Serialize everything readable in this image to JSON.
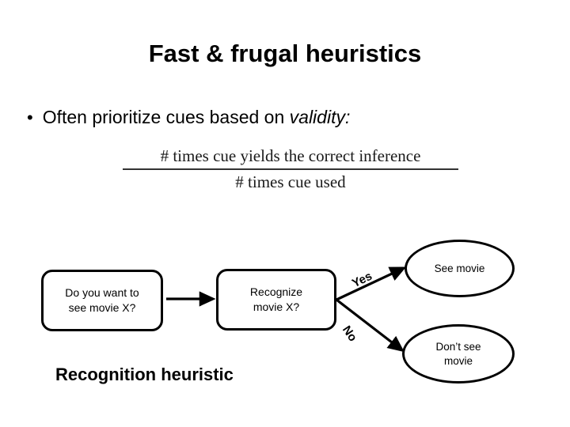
{
  "slide": {
    "title": "Fast & frugal heuristics",
    "background_color": "#ffffff",
    "text_color": "#000000"
  },
  "bullet": {
    "marker": "•",
    "text_lead": "Often prioritize cues based on ",
    "text_emphasis": "validity:"
  },
  "formula": {
    "numerator": "# times cue yields the correct inference",
    "denominator": "# times cue used"
  },
  "flowchart": {
    "caption": "Recognition heuristic",
    "nodes": [
      {
        "id": "question",
        "label_line1": "Do you want to",
        "label_line2": "see movie X?",
        "shape": "rounded-rect"
      },
      {
        "id": "recognize",
        "label_line1": "Recognize",
        "label_line2": "movie X?",
        "shape": "rounded-rect"
      },
      {
        "id": "see",
        "label_line1": "See movie",
        "label_line2": "",
        "shape": "ellipse"
      },
      {
        "id": "dontsee",
        "label_line1": "Don’t see",
        "label_line2": "movie",
        "shape": "ellipse"
      }
    ],
    "edges": [
      {
        "id": "q-to-r",
        "label": ""
      },
      {
        "id": "r-to-see",
        "label": "Yes"
      },
      {
        "id": "r-to-dont",
        "label": "No"
      }
    ]
  }
}
